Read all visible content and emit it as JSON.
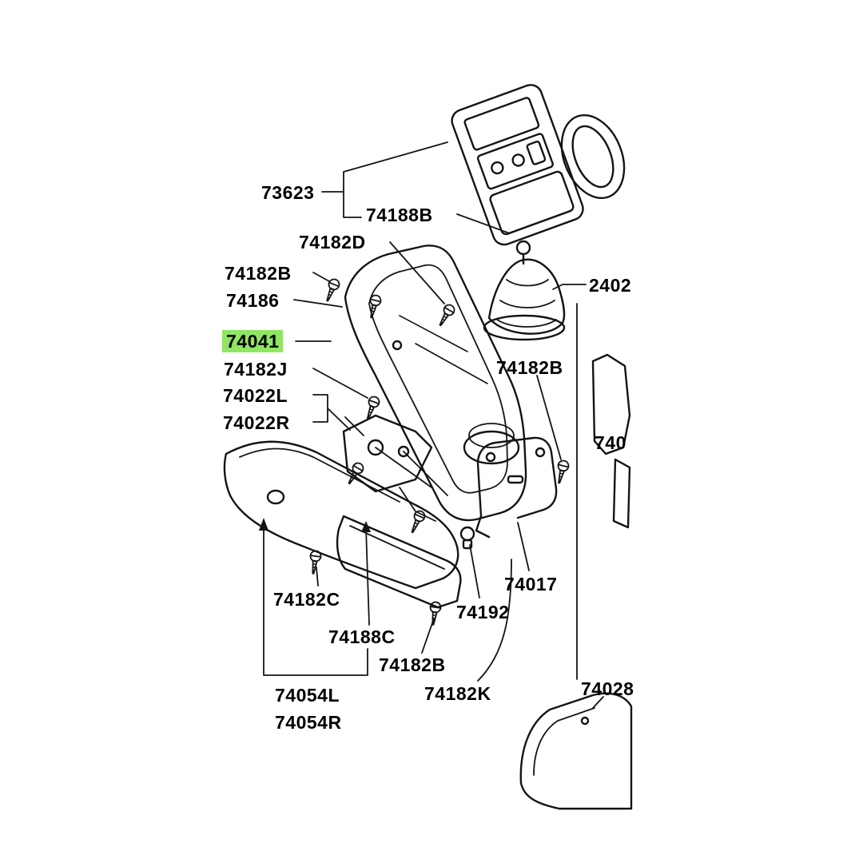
{
  "diagram": {
    "description": "Exploded parts diagram of a vehicle center console assembly",
    "background": "#ffffff",
    "line_color": "#141414",
    "highlight_color": "#90e563",
    "highlighted_part": "74041"
  },
  "labels": [
    {
      "text": "73623"
    },
    {
      "text": "74188B"
    },
    {
      "text": "74182D"
    },
    {
      "text": "74182B"
    },
    {
      "text": "74186"
    },
    {
      "text": "74041",
      "highlighted": true
    },
    {
      "text": "74182J"
    },
    {
      "text": "74022L"
    },
    {
      "text": "74022R"
    },
    {
      "text": "2402",
      "truncated": true
    },
    {
      "text": "74182B"
    },
    {
      "text": "740",
      "truncated": true
    },
    {
      "text": "74017"
    },
    {
      "text": "74192"
    },
    {
      "text": "74182C"
    },
    {
      "text": "74188C"
    },
    {
      "text": "74182B"
    },
    {
      "text": "74182K"
    },
    {
      "text": "74054L"
    },
    {
      "text": "74054R"
    },
    {
      "text": "74028",
      "truncated": true
    }
  ]
}
